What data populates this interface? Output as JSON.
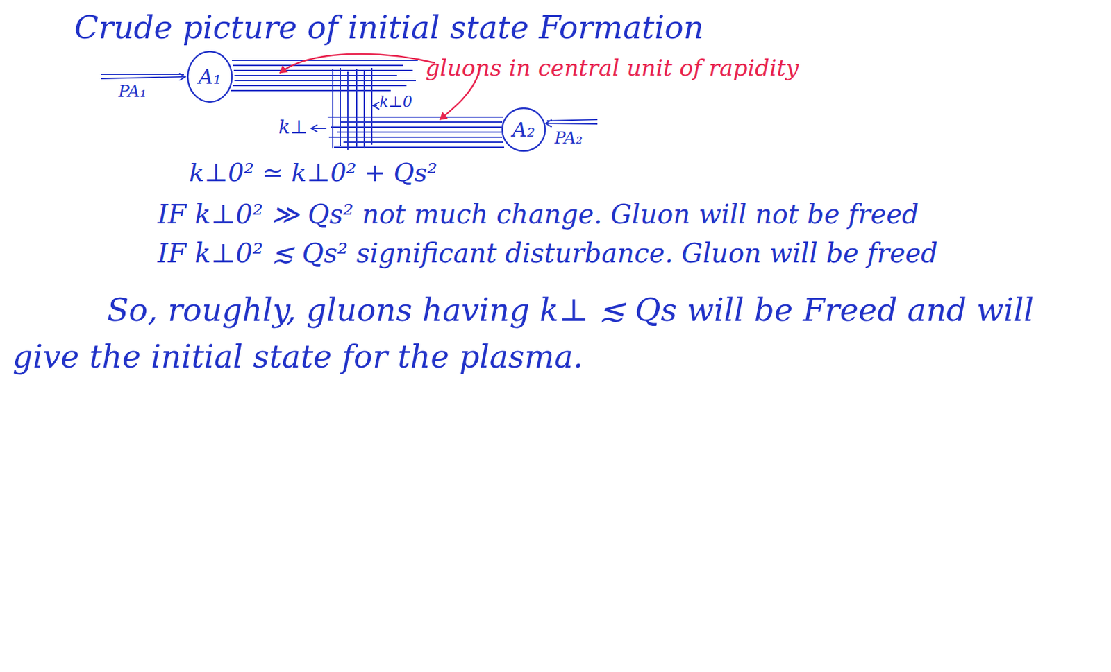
{
  "diagram": {
    "title": "Crude picture of initial state Formation",
    "nodes": [
      {
        "text": [
          "A₁"
        ]
      },
      {
        "text": [
          "A₂"
        ]
      }
    ],
    "labels": [
      "gluons in central unit of rapidity",
      "PA₁",
      "k⊥",
      "k⊥0",
      "PA₂",
      "k⊥0² ≃ k⊥0² + Qs²",
      "IF k⊥0² ≫ Qs² not much change. Gluon will not be freed",
      "IF k⊥0² ≲ Qs² significant disturbance. Gluon will be freed",
      "So, roughly, gluons having k⊥ ≲ Qs will be Freed and will give the initial state for the plasma."
    ]
  }
}
